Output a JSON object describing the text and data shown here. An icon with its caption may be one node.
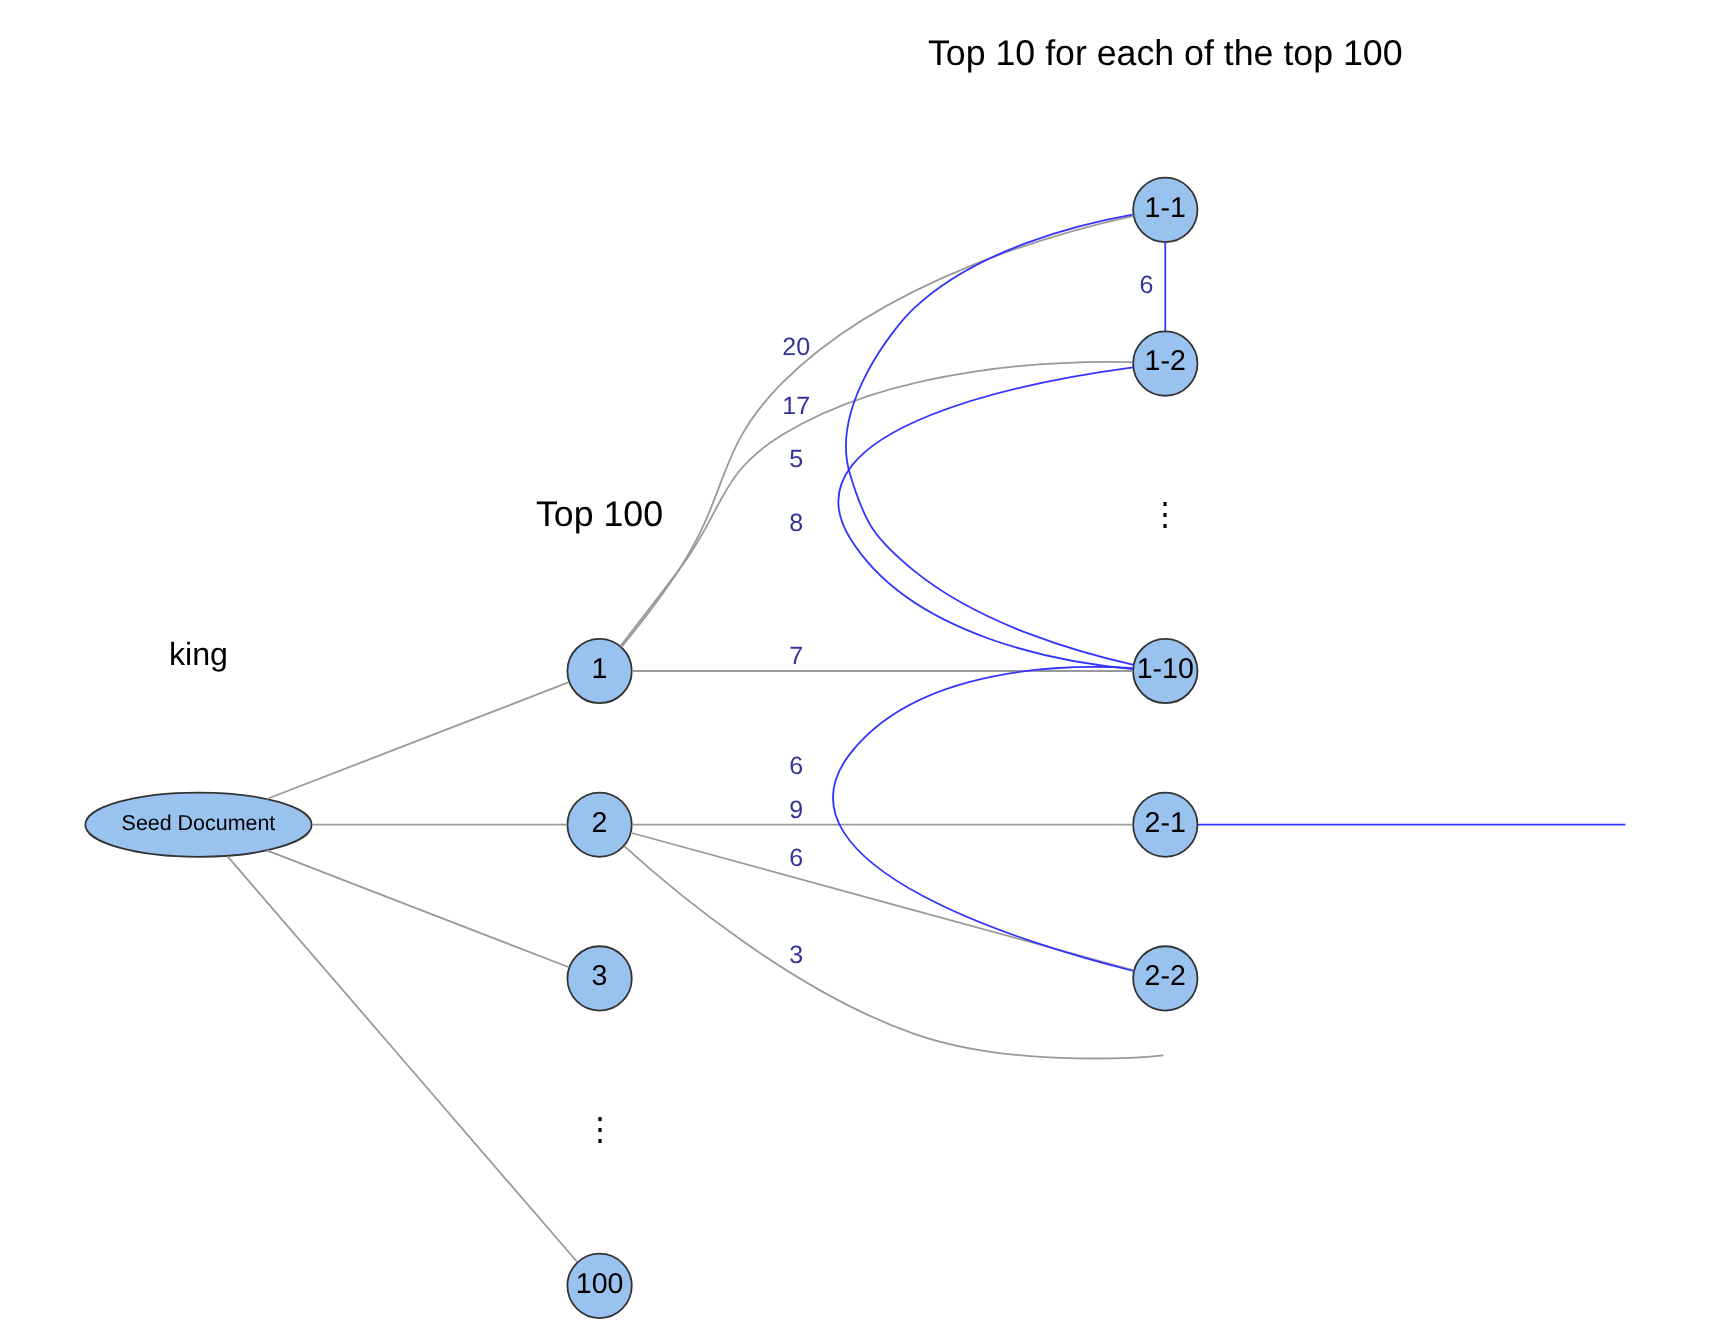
{
  "diagram": {
    "nodes": [
      {
        "text": [
          "Seed Document"
        ]
      },
      {
        "text": [
          "1"
        ]
      },
      {
        "text": [
          "2"
        ]
      },
      {
        "text": [
          "3"
        ]
      },
      {
        "text": [
          "100"
        ]
      },
      {
        "text": [
          "1-1"
        ]
      },
      {
        "text": [
          "1-2"
        ]
      },
      {
        "text": [
          "1-10"
        ]
      },
      {
        "text": [
          "2-1"
        ]
      },
      {
        "text": [
          "2-2"
        ]
      }
    ],
    "edges": [
      {
        "from": 0,
        "to": 1,
        "arrow": "none"
      },
      {
        "from": 0,
        "to": 2,
        "arrow": "none"
      },
      {
        "from": 0,
        "to": 3,
        "arrow": "none"
      },
      {
        "from": 0,
        "to": 4,
        "arrow": "none"
      },
      {
        "from": 1,
        "to": 5,
        "arrow": "none",
        "label": "20"
      },
      {
        "from": 1,
        "to": 6,
        "arrow": "none",
        "label": "17"
      },
      {
        "from": 1,
        "to": 7,
        "arrow": "none",
        "label": "7"
      },
      {
        "from": 2,
        "to": 8,
        "arrow": "none",
        "label": "9"
      },
      {
        "from": 2,
        "to": 9,
        "arrow": "none",
        "label": "6"
      },
      {
        "from": 2,
        "to": null,
        "arrow": "none",
        "label": "3"
      },
      {
        "from": 5,
        "to": 6,
        "arrow": "none",
        "label": "6",
        "color": "#3333ff"
      },
      {
        "from": 6,
        "to": 7,
        "arrow": "none",
        "label": "8",
        "color": "#3333ff"
      },
      {
        "from": 5,
        "to": 7,
        "arrow": "none",
        "label": "5",
        "color": "#3333ff"
      },
      {
        "from": 7,
        "to": 9,
        "arrow": "none",
        "label": "6",
        "color": "#3333ff"
      },
      {
        "from": 8,
        "to": null,
        "arrow": "none",
        "color": "#3333ff"
      }
    ],
    "labels": [
      "king",
      "Top 100",
      "Top 10 for each of the top 100",
      "⋮",
      "⋮"
    ]
  }
}
